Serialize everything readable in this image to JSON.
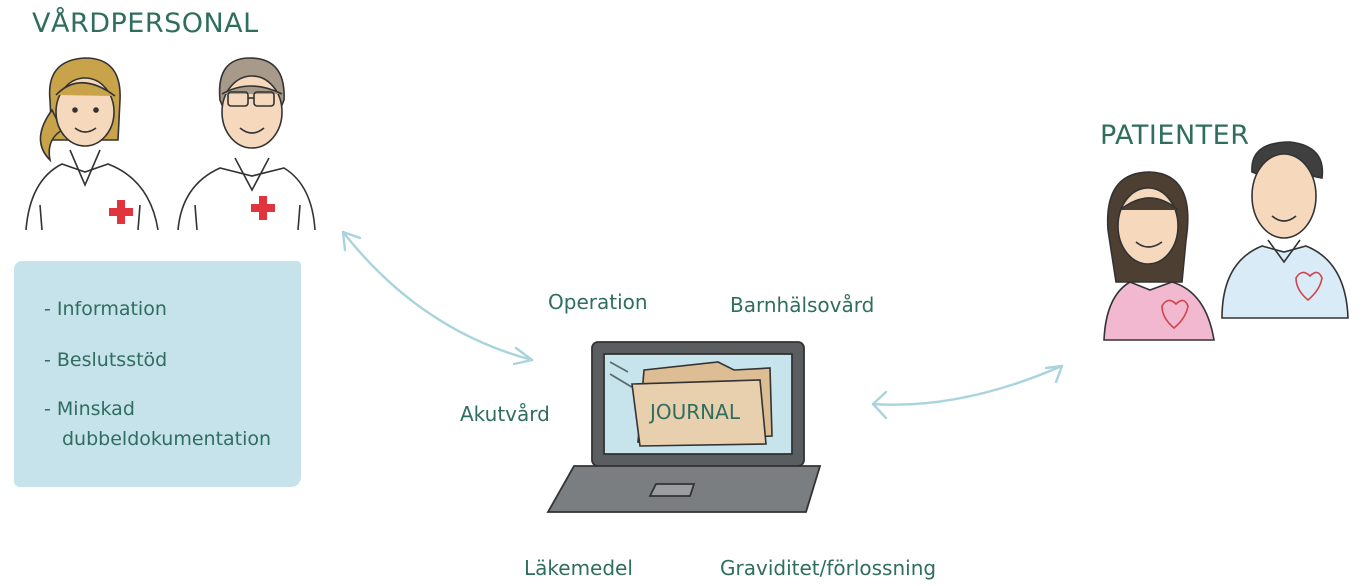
{
  "staff": {
    "heading": "VÅRDPERSONAL",
    "benefits": [
      "- Information",
      "- Beslutsstöd",
      "- Minskad",
      "dubbeldokumentation"
    ]
  },
  "patients": {
    "heading": "PATIENTER"
  },
  "laptop": {
    "folder_label": "JOURNAL"
  },
  "topics": {
    "operation": "Operation",
    "barnhalsovard": "Barnhälsovård",
    "akutvard": "Akutvård",
    "lakemedel": "Läkemedel",
    "graviditet": "Graviditet/förlossning"
  },
  "colors": {
    "text": "#2f6e5e",
    "panel": "#c6e2ea",
    "arrow": "#a9d3dd",
    "cross": "#e1343c",
    "folder": "#e8cfae",
    "laptop_body": "#6b6f70"
  }
}
